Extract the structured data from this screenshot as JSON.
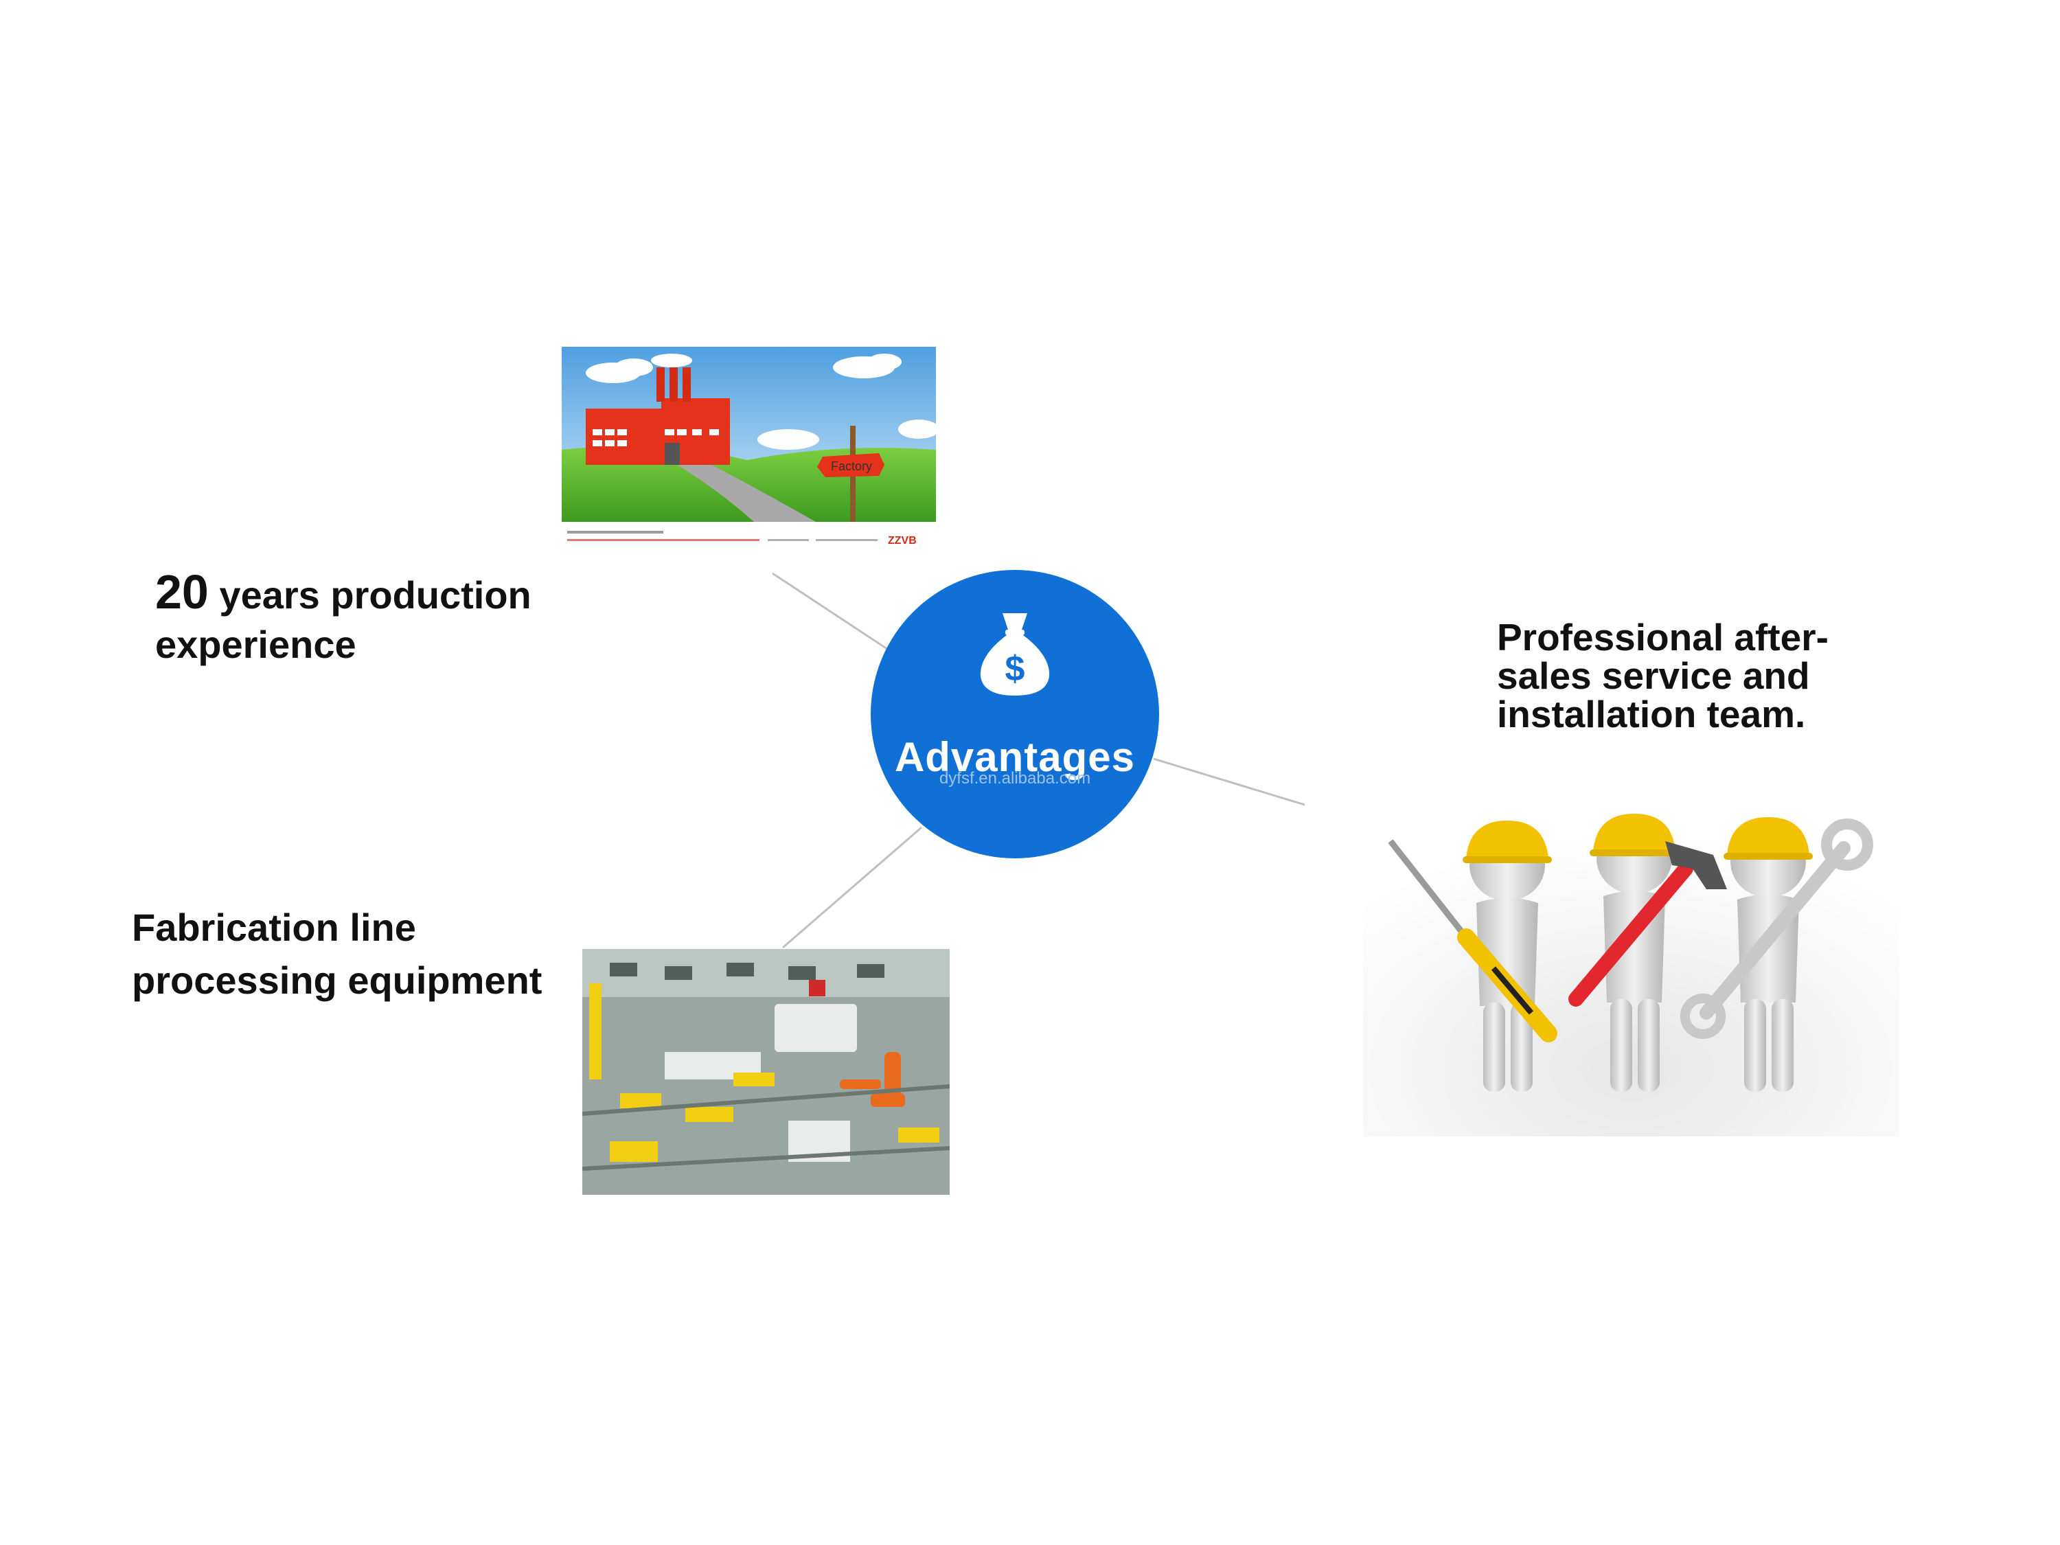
{
  "hub": {
    "label": "Advantages",
    "watermark": "dyfsf.en.alibaba.com",
    "icon": "money-bag-icon",
    "color": "#1170d6"
  },
  "items": [
    {
      "id": "experience",
      "number": "20",
      "text_rest": " years production",
      "text_line2": "experience"
    },
    {
      "id": "service",
      "line1": "Professional after-",
      "line2": "sales service and",
      "line3": "installation team."
    },
    {
      "id": "equipment",
      "line1": "Fabrication line",
      "line2": "processing equipment"
    }
  ],
  "factory_image": {
    "sign_text": "Factory",
    "brand": "ZZVB"
  }
}
